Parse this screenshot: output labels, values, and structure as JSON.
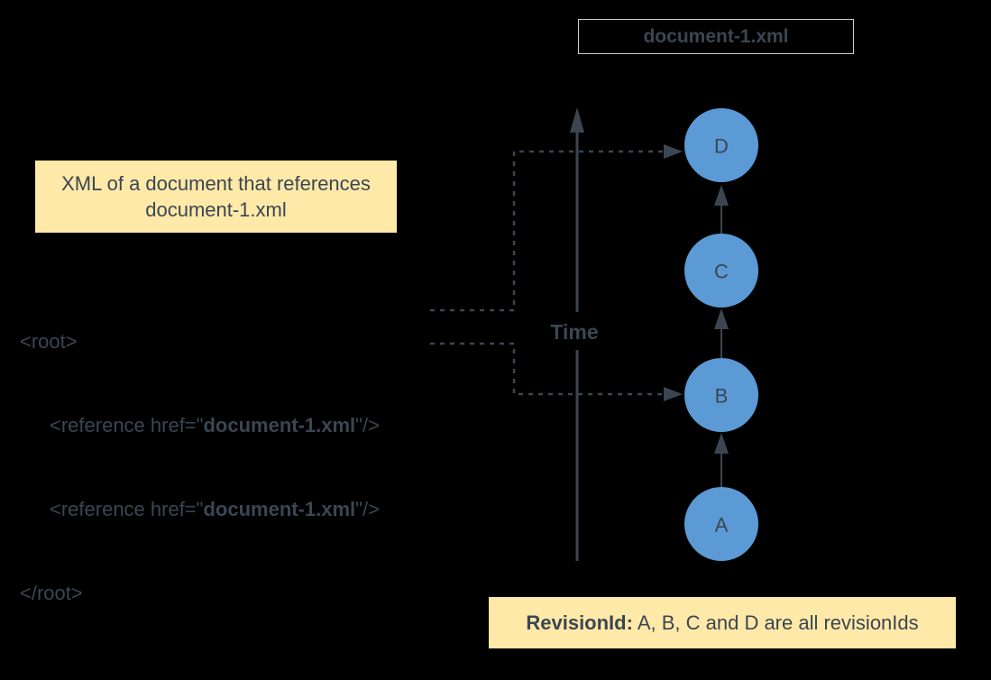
{
  "title_box": {
    "label": "document-1.xml"
  },
  "note_box": {
    "line1": "XML of a document that references",
    "line2": "document-1.xml"
  },
  "xml_code": {
    "open_tag": "<root>",
    "references": [
      {
        "prefix": "<reference href=\"",
        "target": "document-1.xml",
        "suffix": "\"/>"
      },
      {
        "prefix": "<reference href=\"",
        "target": "document-1.xml",
        "suffix": "\"/>"
      }
    ],
    "close_tag": "</root>"
  },
  "timeline": {
    "axis_label": "Time",
    "nodes": [
      {
        "label": "D"
      },
      {
        "label": "C"
      },
      {
        "label": "B"
      },
      {
        "label": "A"
      }
    ]
  },
  "revision_note": {
    "label_bold": "RevisionId:",
    "label_rest": " A, B, C and D are all revisionIds"
  },
  "colors": {
    "background": "#000000",
    "node_fill": "#5b9ad5",
    "note_fill": "#ffe9a8",
    "text_dark": "#3b4652",
    "title_border": "#cfcfcf"
  }
}
